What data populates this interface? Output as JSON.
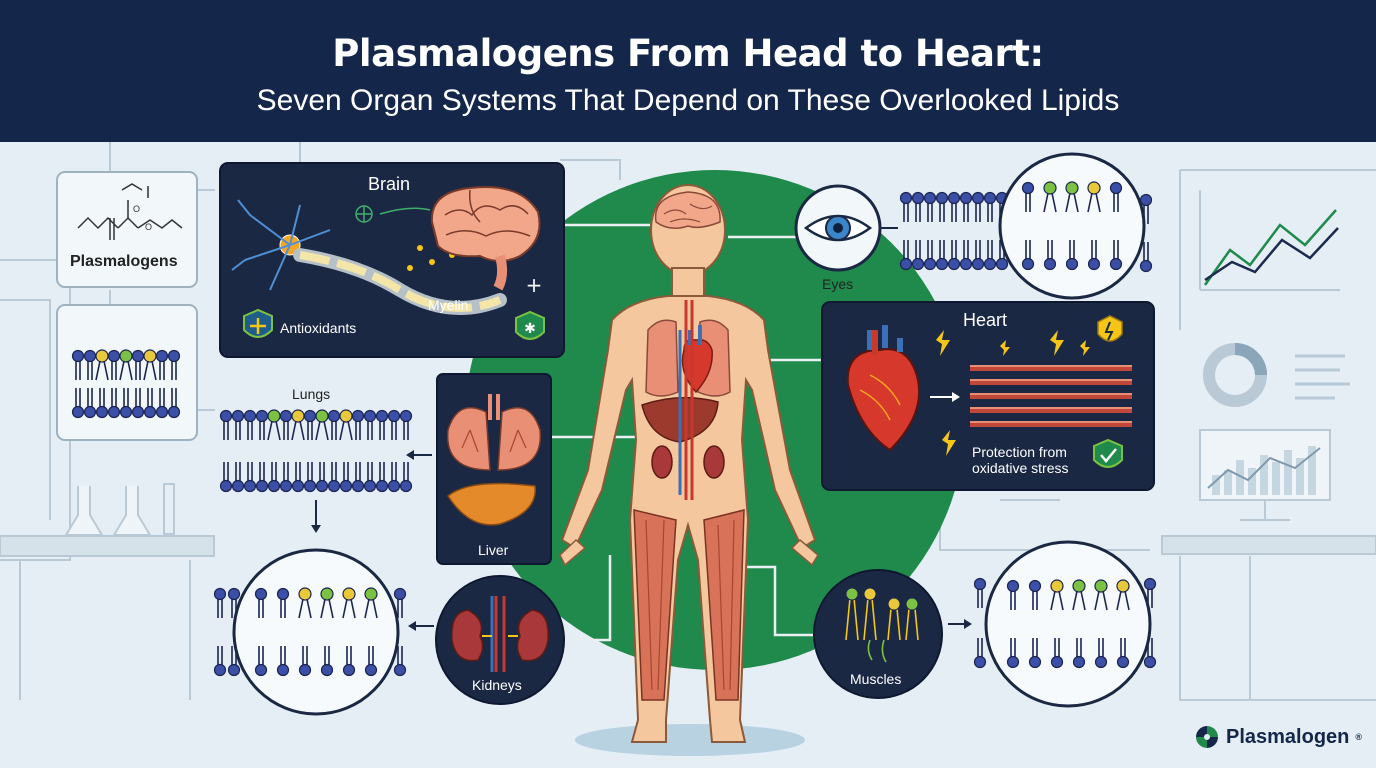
{
  "header": {
    "title": "Plasmalogens From Head to Heart:",
    "subtitle": "Seven Organ Systems That Depend on These Overlooked Lipids"
  },
  "panels": {
    "plasmalogens": "Plasmalogens",
    "brain": {
      "title": "Brain",
      "antioxidants": "Antioxidants",
      "myelin": "Myelin"
    },
    "eyes": "Eyes",
    "heart": {
      "title": "Heart",
      "protection_line1": "Protection from",
      "protection_line2": "oxidative stress"
    },
    "lungs": "Lungs",
    "liver": "Liver",
    "kidneys": "Kidneys",
    "muscles": "Muscles"
  },
  "brand": {
    "name": "Plasmalogen",
    "mark": "®"
  },
  "colors": {
    "navy": "#14274a",
    "panel": "#1a2844",
    "green": "#1f8a4c",
    "skin": "#f4c79e"
  }
}
